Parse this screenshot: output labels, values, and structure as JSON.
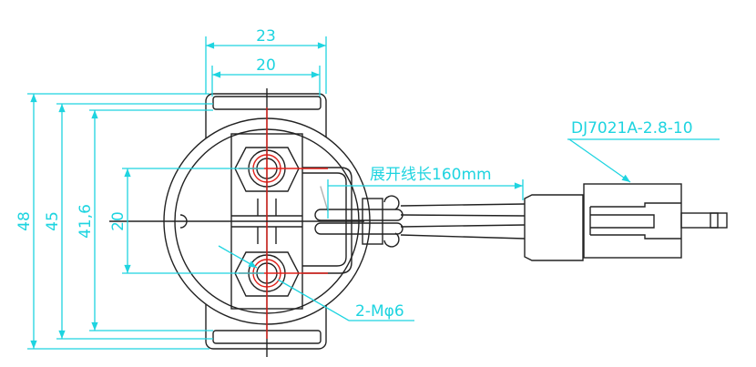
{
  "dimensions": {
    "overall_width": "23",
    "inner_width": "20",
    "overall_height": "48",
    "height_45": "45",
    "height_41_6": "41,6",
    "hole_spacing": "20"
  },
  "annotations": {
    "wire_length": "展开线长160mm",
    "connector_model": "DJ7021A-2.8-10",
    "thread": "2-Mφ6"
  },
  "colors": {
    "dimension": "#1ed4e0",
    "centerline": "#e0201a",
    "outline": "#222222"
  }
}
